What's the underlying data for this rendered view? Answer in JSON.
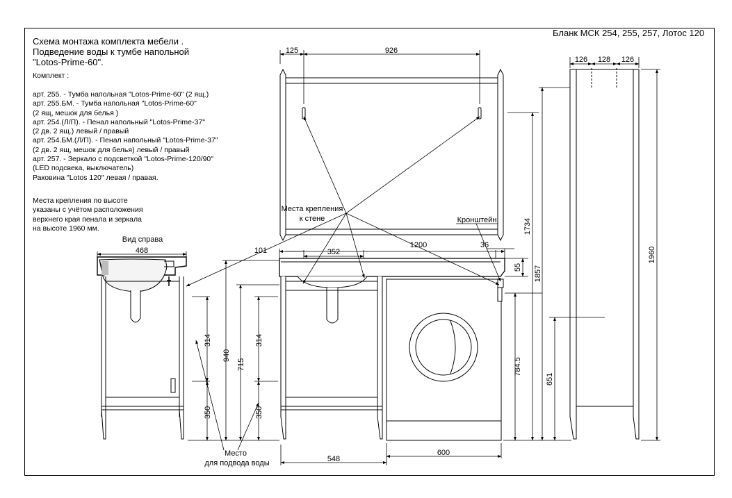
{
  "header": {
    "blank": "Бланк МСК 254, 255, 257, Лотос 120",
    "title_lines": [
      "Схема монтажа комплекта мебели .",
      "Подведение воды к тумбе напольной",
      "\"Lotos-Prime-60\"."
    ]
  },
  "kit": {
    "heading": "Комплект :",
    "lines": [
      "арт. 255. - Тумба напольная \"Lotos-Prime-60\" (2 ящ.)",
      "арт. 255.БМ. - Тумба напольная \"Lotos-Prime-60\"",
      "(2 ящ, мешок для белья )",
      "арт. 254.(Л/П). - Пенал напольный \"Lotos-Prime-37\"",
      "(2 дв. 2 ящ.) левый / правый",
      "арт. 254.БМ.(Л/П). - Пенал напольный \"Lotos-Prime-37\"",
      "(2 дв. 2 ящ, мешок для белья) левый / правый",
      "арт. 257. - Зеркало с подсветкой  \"Lotos-Prime-120/90\"",
      "(LED подсвека, выключатель)",
      "Раковина \"Lotos 120\"  левая / правая."
    ]
  },
  "mount_note": [
    "Места крепления по высоте",
    "указаны с учётом расположения",
    "верхнего края пенала и зеркала",
    "на высоте 1960 мм."
  ],
  "labels": {
    "side_view": "Вид  справа",
    "wall_mount_1": "Места крепления",
    "wall_mount_2": "к стене",
    "bracket": "Кронштейн",
    "water_1": "Место",
    "water_2": "для подвода воды"
  },
  "dimensions": {
    "d125": "125",
    "d926": "926",
    "d126a": "126",
    "d128": "128",
    "d126b": "126",
    "d468": "468",
    "d101": "101",
    "d352": "352",
    "d1200": "1200",
    "d36": "36",
    "d55": "55",
    "d1734": "1734",
    "d1857": "1857",
    "d1960": "1960",
    "d314a": "314",
    "d350a": "350",
    "d940": "940",
    "d715": "715",
    "d314b": "314",
    "d350b": "350",
    "d784_5": "784.5",
    "d651": "651",
    "d548": "548",
    "d600": "600"
  }
}
